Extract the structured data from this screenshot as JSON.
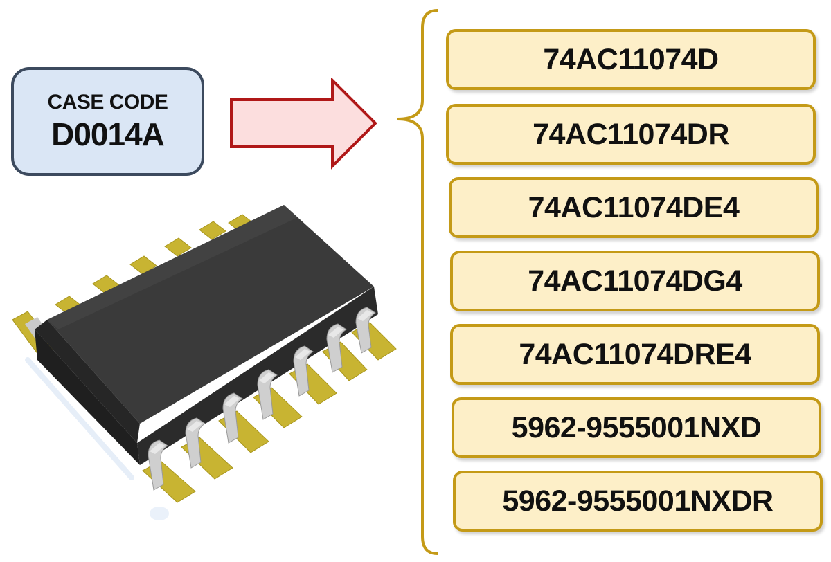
{
  "case": {
    "title": "CASE CODE",
    "code": "D0014A"
  },
  "part_numbers": [
    "74AC11074D",
    "74AC11074DR",
    "74AC11074DE4",
    "74AC11074DG4",
    "74AC11074DRE4",
    "5962-9555001NXD",
    "5962-9555001NXDR"
  ],
  "colors": {
    "case_fill": "#dae6f5",
    "case_border": "#3c4a5e",
    "arrow_fill": "#fcdede",
    "arrow_border": "#b01818",
    "part_fill": "#fdefc8",
    "part_border": "#c49a17",
    "chip_body": "#2e2e2e",
    "chip_pad": "#c8b432",
    "chip_lead": "#c9c9c9"
  },
  "icons": {
    "chip": "soic-14-package-icon",
    "arrow": "right-arrow-icon",
    "brace": "left-curly-brace-icon"
  }
}
